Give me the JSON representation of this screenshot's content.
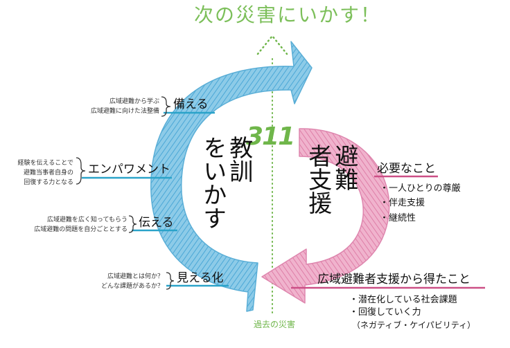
{
  "title": "次の災害にいかす！",
  "center_number": "311",
  "past_disaster_label": "過去の災害",
  "left_cycle": {
    "vertical_label_line1": "教訓",
    "vertical_label_line2": "をいかす",
    "stages": [
      {
        "label": "備える",
        "notes": [
          "広域避難から学ぶ",
          "広域避難に向けた法整備"
        ]
      },
      {
        "label": "エンパワメント",
        "notes": [
          "経験を伝えることで",
          "避難当事者自身の",
          "回復する力となる"
        ]
      },
      {
        "label": "伝える",
        "notes": [
          "広域避難を広く知ってもらう",
          "広域避難の問題を自分ごととする"
        ]
      },
      {
        "label": "見える化",
        "notes": [
          "広域避難とは何か？",
          "どんな課題があるか？"
        ]
      }
    ]
  },
  "right_cycle": {
    "vertical_label_line1": "避難",
    "vertical_label_line2": "者支援",
    "needs": {
      "heading": "必要なこと",
      "items": [
        "・一人ひとりの尊厳",
        "・伴走支援",
        "・継続性"
      ]
    },
    "gains": {
      "heading": "広域避難者支援から得たこと",
      "items": [
        "・潜在化している社会課題",
        "・回復していく力"
      ],
      "sub_item": "（ネガティブ・ケイパビリティ）"
    }
  },
  "colors": {
    "blue_arrow": "#5fb6dd",
    "pink_arrow": "#e48fb4",
    "green": "#6fb64a",
    "title_green": "#7cbf5a",
    "underline_blue": "#2aa3c9",
    "underline_pink": "#cc4f86"
  }
}
